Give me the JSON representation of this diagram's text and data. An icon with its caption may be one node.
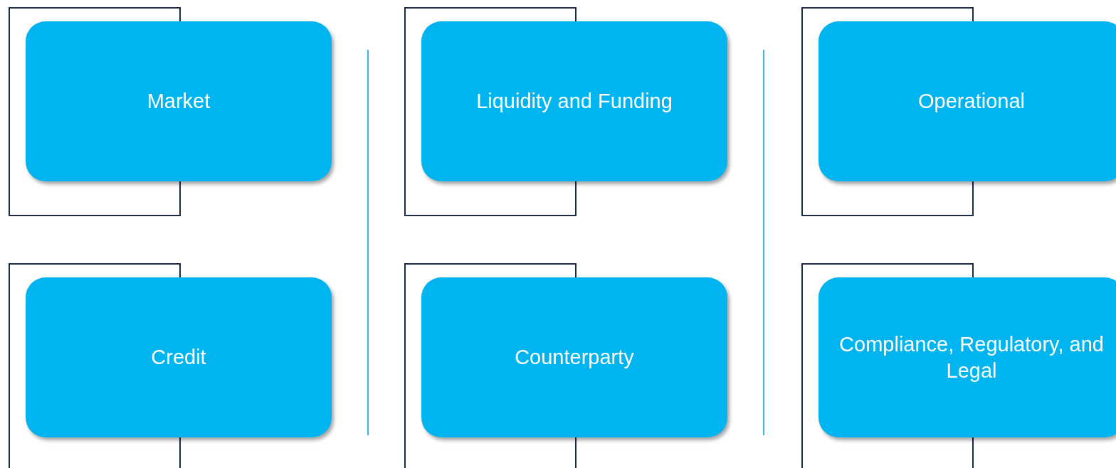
{
  "diagram": {
    "nodes": [
      {
        "text": [
          "Market"
        ]
      },
      {
        "text": [
          "Credit"
        ]
      },
      {
        "text": [
          "Liquidity and Funding"
        ]
      },
      {
        "text": [
          "Counterparty"
        ]
      },
      {
        "text": [
          "Operational"
        ]
      },
      {
        "text": [
          "Compliance, Regulatory, and Legal"
        ]
      }
    ]
  }
}
